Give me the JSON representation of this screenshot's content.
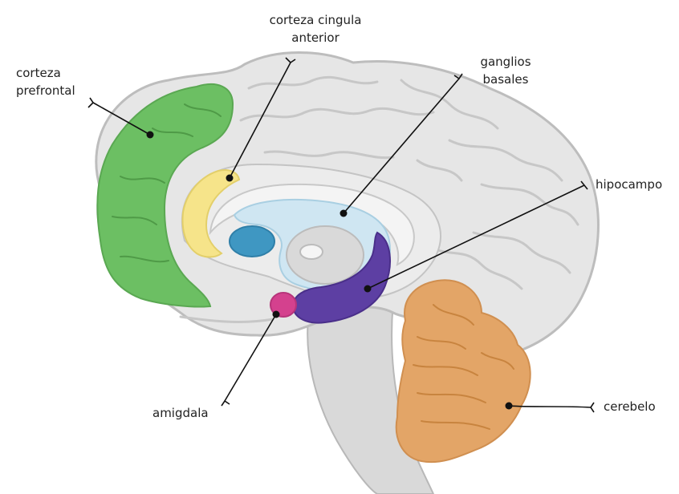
{
  "diagram": {
    "labels": {
      "prefrontal": {
        "line1": "corteza",
        "line2": "prefrontal"
      },
      "cingulate": {
        "line1": "corteza cingula",
        "line2": "anterior"
      },
      "basal_ganglia": {
        "line1": "ganglios",
        "line2": "basales"
      },
      "hippocampus": "hipocampo",
      "amygdala": "amigdala",
      "cerebellum": "cerebelo"
    },
    "colors": {
      "brain_fill": "#e6e6e6",
      "brain_outline": "#bdbdbd",
      "prefrontal": "#6cbf63",
      "cingulate": "#f6e48a",
      "basal_ganglia_light": "#cfe6f2",
      "basal_ganglia_blue": "#3f97c2",
      "hippocampus": "#5d3fa3",
      "amygdala": "#d4418e",
      "cerebellum": "#e3a567",
      "leader": "#111111"
    }
  }
}
